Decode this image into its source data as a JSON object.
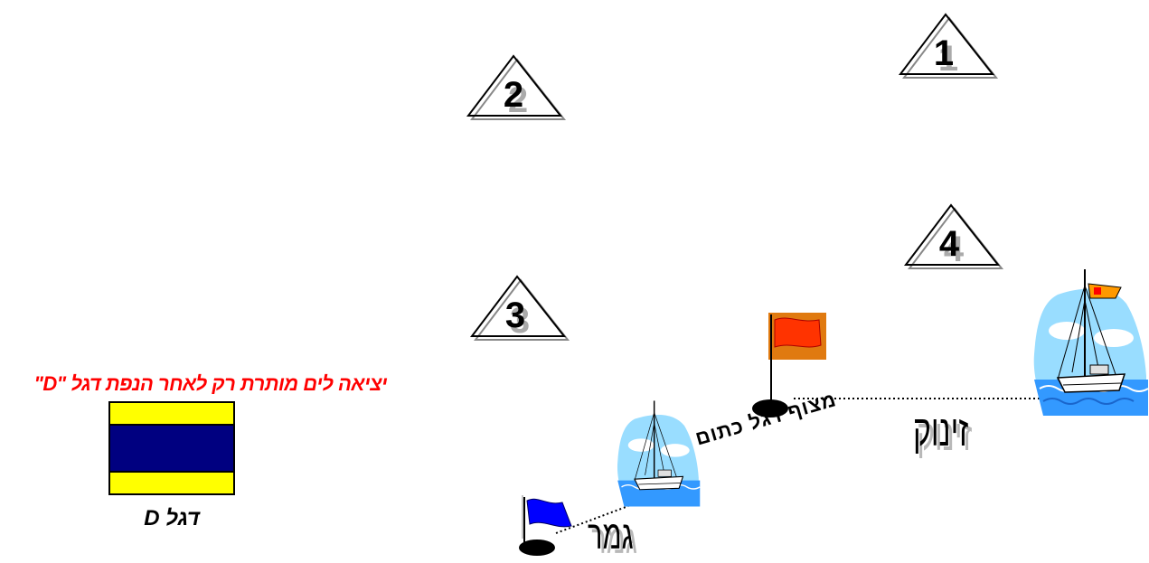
{
  "marks": [
    {
      "id": "1",
      "label": "1"
    },
    {
      "id": "2",
      "label": "2"
    },
    {
      "id": "3",
      "label": "3"
    },
    {
      "id": "4",
      "label": "4"
    }
  ],
  "rule_text": "יציאה לים מותרת רק לאחר הנפת דגל \"D\"",
  "flag_d_caption": "דגל D",
  "start_label": "זינוק",
  "finish_label": "גמר",
  "committee_label": "מצוף דגל כתום",
  "colors": {
    "rule_text": "#ff0000",
    "flag_d_yellow": "#ffff00",
    "flag_d_blue": "#000080",
    "committee_flag": "#ff3300",
    "committee_flag_bg": "#e07a10",
    "finish_flag": "#0000ff",
    "water": "#3399ff",
    "sky": "#99ddff"
  }
}
